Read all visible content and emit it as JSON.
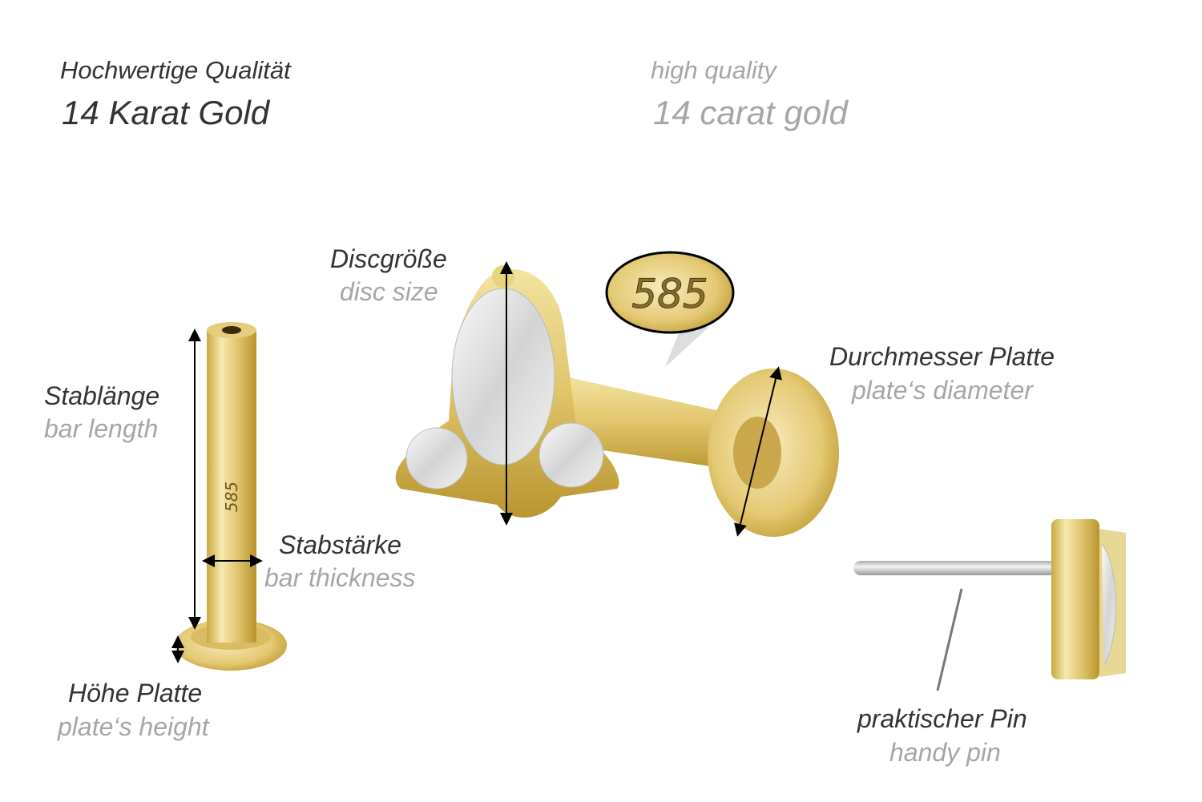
{
  "header": {
    "de_line1": "Hochwertige Qualität",
    "de_line2": "14 Karat Gold",
    "en_line1": "high quality",
    "en_line2": "14 carat gold"
  },
  "labels": {
    "disc_size_de": "Discgröße",
    "disc_size_en": "disc size",
    "bar_length_de": "Stablänge",
    "bar_length_en": "bar length",
    "bar_thickness_de": "Stabstärke",
    "bar_thickness_en": "bar thickness",
    "plate_diameter_de": "Durchmesser Platte",
    "plate_diameter_en": "plate‘s diameter",
    "plate_height_de": "Höhe Platte",
    "plate_height_en": "plate‘s height",
    "pin_de": "praktischer Pin",
    "pin_en": "handy pin"
  },
  "hallmark": {
    "badge": "585",
    "bar_engraving": "585"
  },
  "colors": {
    "gold": "#e6cf7e",
    "gold_dark": "#c9a93f",
    "text_dark": "#333333",
    "text_gray": "#a6a6a6"
  }
}
